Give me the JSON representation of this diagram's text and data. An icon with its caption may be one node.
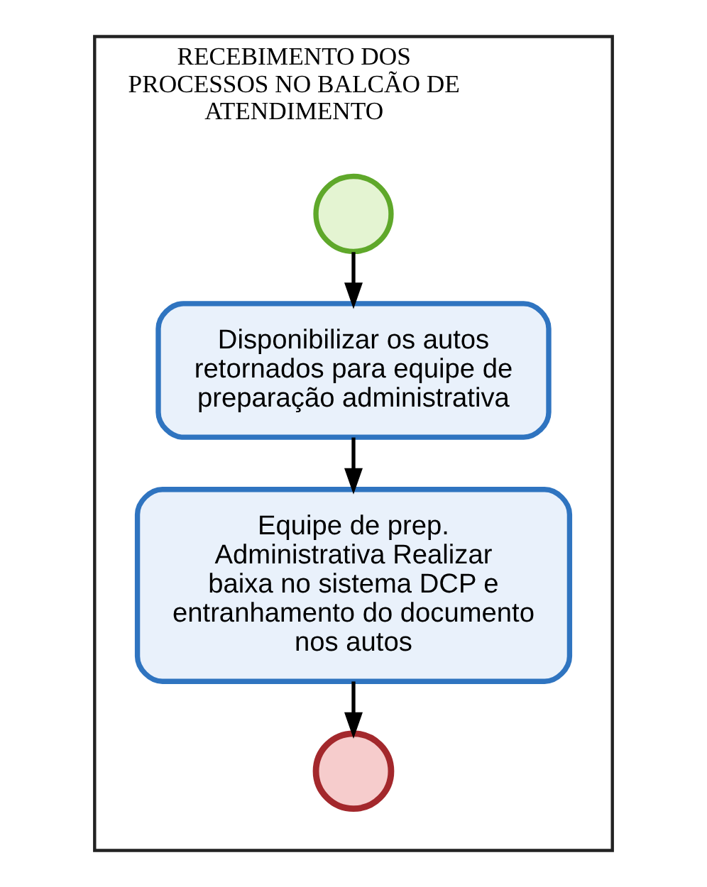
{
  "diagram": {
    "nodes": [
      {
        "text": [
          "RECEBIMENTO DOS PROCESSOS NO BALCÃO DE ATENDIMENTO"
        ]
      },
      {
        "text": [],
        "shape": "circle",
        "in": 0
      },
      {
        "text": [
          "Disponibilizar os autos retornados para equipe de preparação administrativa"
        ],
        "in": 0
      },
      {
        "text": [
          "Equipe de prep. Administrativa Realizar baixa no sistema DCP e entranhamento do documento nos autos"
        ],
        "in": 0
      },
      {
        "text": [],
        "shape": "circle",
        "in": 0
      }
    ],
    "edges": [
      {
        "from": 1,
        "to": 2,
        "arrow": "to"
      },
      {
        "from": 2,
        "to": 3,
        "arrow": "to"
      },
      {
        "from": 3,
        "to": 4,
        "arrow": "to"
      }
    ]
  }
}
